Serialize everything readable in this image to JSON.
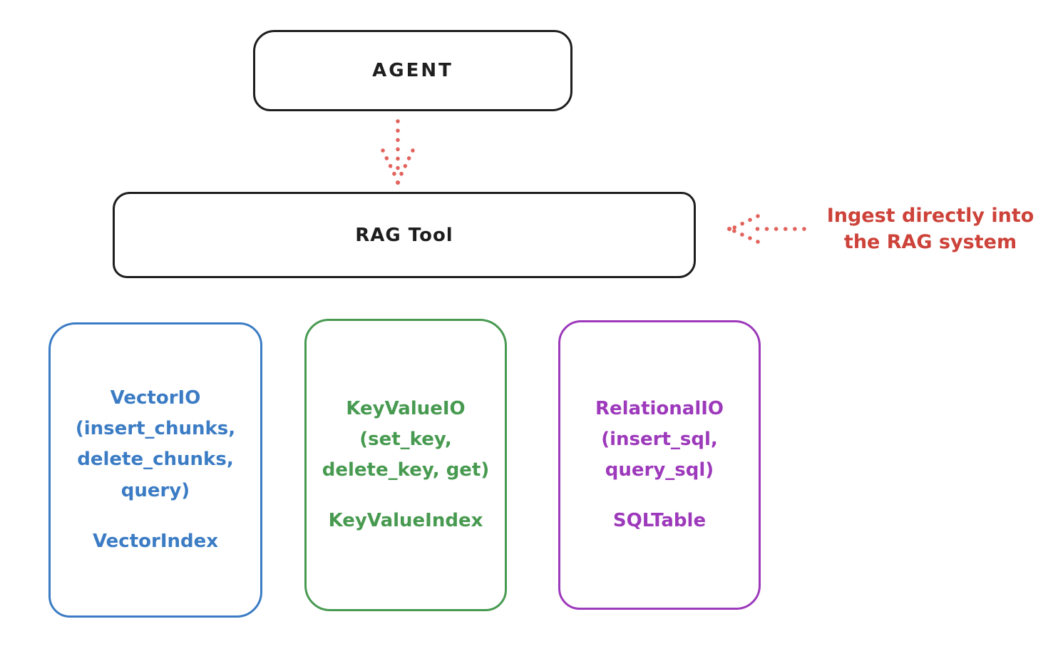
{
  "diagram": {
    "agent": {
      "label": "AGENT"
    },
    "rag_tool": {
      "label": "RAG Tool"
    },
    "annotation": {
      "text": "Ingest directly into\nthe RAG system"
    },
    "storage_boxes": [
      {
        "name": "vector-io",
        "main": "VectorIO\n(insert_chunks,\ndelete_chunks,\nquery)",
        "index": "VectorIndex",
        "color": "#3b7cc4"
      },
      {
        "name": "keyvalue-io",
        "main": "KeyValueIO\n(set_key,\ndelete_key, get)",
        "index": "KeyValueIndex",
        "color": "#479a50"
      },
      {
        "name": "relational-io",
        "main": "RelationalIO\n(insert_sql,\nquery_sql)",
        "index": "SQLTable",
        "color": "#9d39bb"
      }
    ],
    "colors": {
      "box_stroke": "#1e1e1e",
      "arrow_red": "#e2625c",
      "annotation_red": "#cd4239",
      "background": "#ffffff"
    }
  }
}
